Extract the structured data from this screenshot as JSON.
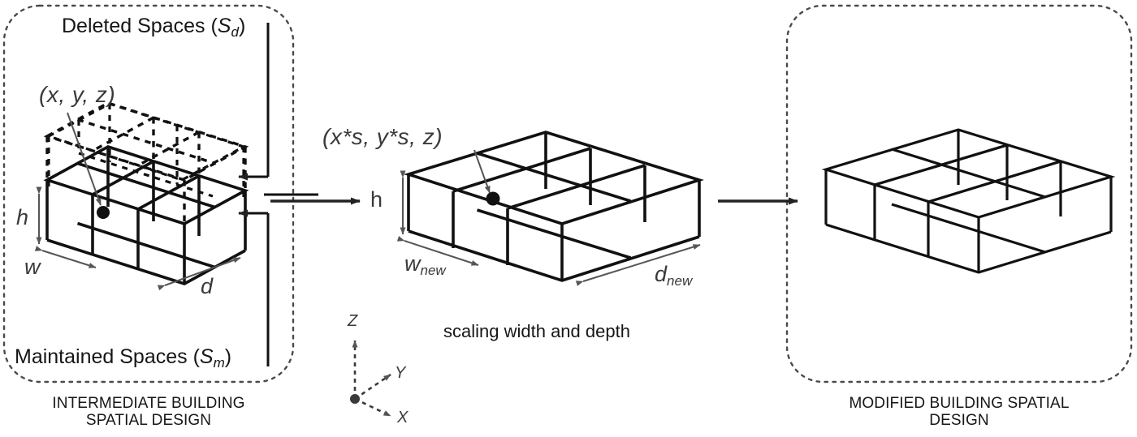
{
  "figure": {
    "type": "diagram",
    "subject": "building spatial design scaling transformation",
    "background": "#ffffff",
    "line_color": "#111111"
  },
  "left_panel": {
    "name": "intermediate-building-spatial-design",
    "caption_line1": "INTERMEDIATE BUILDING",
    "caption_line2": "SPATIAL DESIGN",
    "group_top_label": "Deleted Spaces (",
    "group_top_symbol": "S",
    "group_top_subscript": "d",
    "group_top_close": ")",
    "group_bottom_label": "Maintained Spaces (",
    "group_bottom_symbol": "S",
    "group_bottom_subscript": "m",
    "group_bottom_close": ")",
    "point_label": "(x, y, z)",
    "dim_height": "h",
    "dim_width": "w",
    "dim_depth": "d"
  },
  "middle_panel": {
    "name": "scaled-intermediate-design",
    "caption": "scaling width and depth",
    "point_label": "(x*s, y*s, z)",
    "dim_height": "h",
    "dim_width_base": "w",
    "dim_width_sub": "new",
    "dim_depth_base": "d",
    "dim_depth_sub": "new"
  },
  "axes": {
    "name": "coordinate-axes-indicator",
    "z": "Z",
    "y": "Y",
    "x": "X"
  },
  "right_panel": {
    "name": "modified-building-spatial-design",
    "caption_line1": "MODIFIED BUILDING SPATIAL",
    "caption_line2": "DESIGN"
  },
  "arrows": {
    "left_to_middle": "transform-arrow-1",
    "middle_to_right": "transform-arrow-2"
  }
}
